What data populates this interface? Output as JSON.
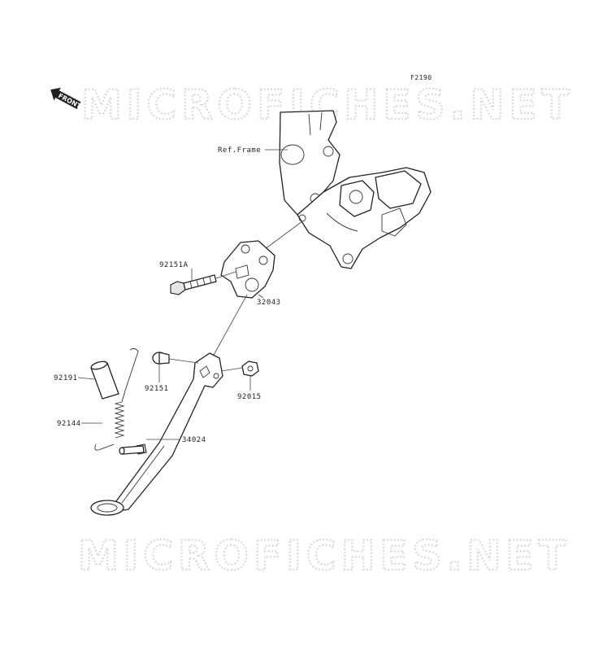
{
  "figure_code": "F2190",
  "watermark": "MICROFICHES.NET",
  "front_label": "FRONT",
  "callouts": {
    "ref_frame": "Ref.Frame",
    "bolt_92151a": "92151A",
    "bracket_32043": "32043",
    "collar_92191": "92191",
    "bolt_92151": "92151",
    "nut_92015": "92015",
    "spring_92144": "92144",
    "stand_34024": "34024"
  }
}
